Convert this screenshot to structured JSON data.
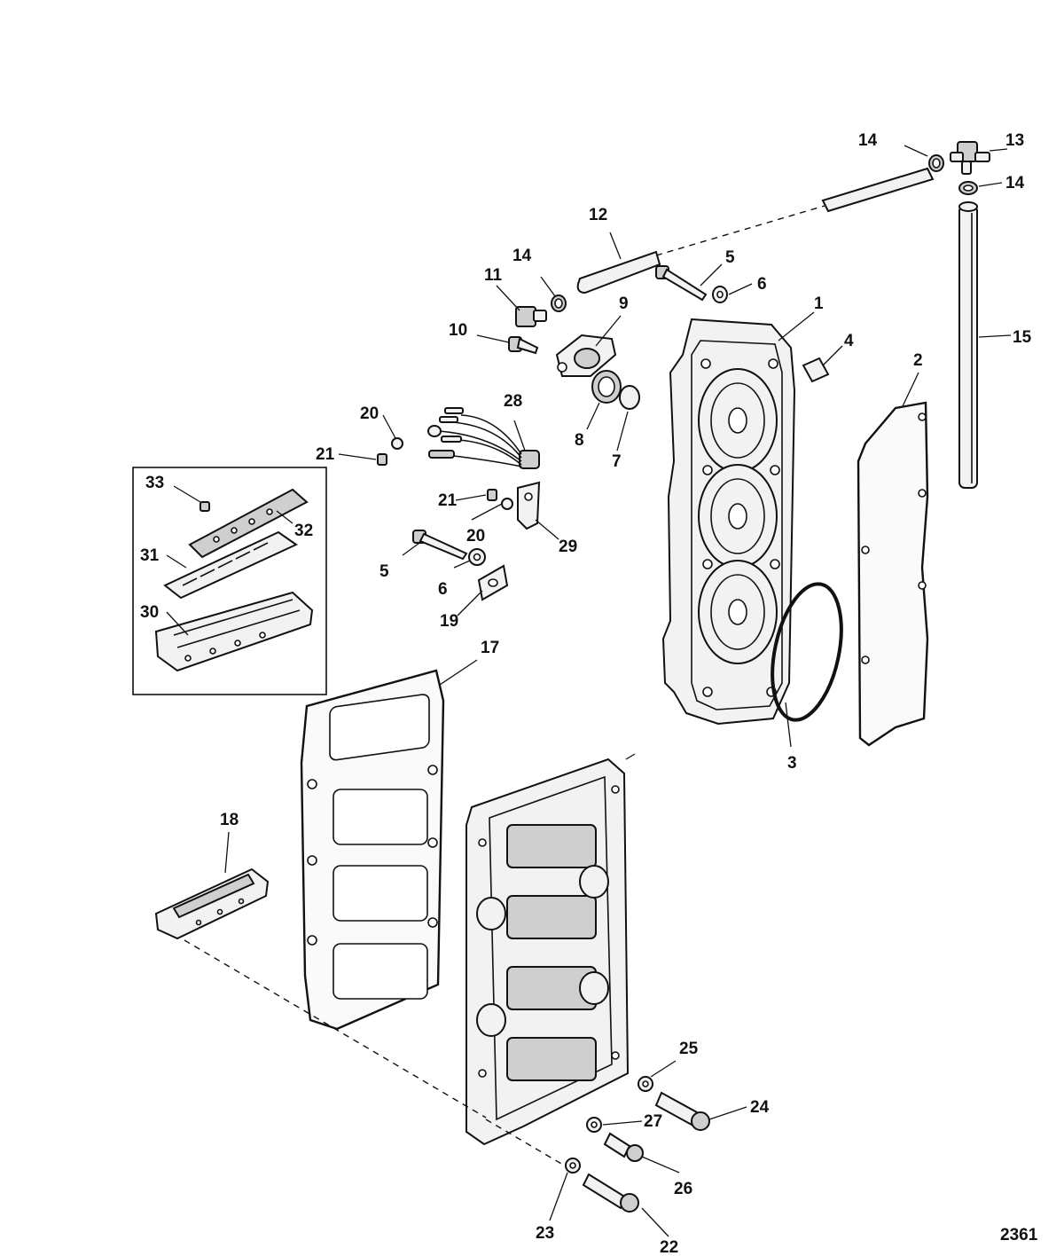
{
  "diagram": {
    "figure_number": "2361",
    "callouts": [
      {
        "key": "c1",
        "text": "1"
      },
      {
        "key": "c2",
        "text": "2"
      },
      {
        "key": "c3",
        "text": "3"
      },
      {
        "key": "c4",
        "text": "4"
      },
      {
        "key": "c5a",
        "text": "5"
      },
      {
        "key": "c5b",
        "text": "5"
      },
      {
        "key": "c6a",
        "text": "6"
      },
      {
        "key": "c6b",
        "text": "6"
      },
      {
        "key": "c7",
        "text": "7"
      },
      {
        "key": "c8",
        "text": "8"
      },
      {
        "key": "c9",
        "text": "9"
      },
      {
        "key": "c10",
        "text": "10"
      },
      {
        "key": "c11",
        "text": "11"
      },
      {
        "key": "c12",
        "text": "12"
      },
      {
        "key": "c13",
        "text": "13"
      },
      {
        "key": "c14a",
        "text": "14"
      },
      {
        "key": "c14b",
        "text": "14"
      },
      {
        "key": "c14c",
        "text": "14"
      },
      {
        "key": "c15",
        "text": "15"
      },
      {
        "key": "c17",
        "text": "17"
      },
      {
        "key": "c18",
        "text": "18"
      },
      {
        "key": "c19",
        "text": "19"
      },
      {
        "key": "c20a",
        "text": "20"
      },
      {
        "key": "c20b",
        "text": "20"
      },
      {
        "key": "c21a",
        "text": "21"
      },
      {
        "key": "c21b",
        "text": "21"
      },
      {
        "key": "c22",
        "text": "22"
      },
      {
        "key": "c23",
        "text": "23"
      },
      {
        "key": "c24",
        "text": "24"
      },
      {
        "key": "c25",
        "text": "25"
      },
      {
        "key": "c26",
        "text": "26"
      },
      {
        "key": "c27",
        "text": "27"
      },
      {
        "key": "c28",
        "text": "28"
      },
      {
        "key": "c29",
        "text": "29"
      },
      {
        "key": "c30",
        "text": "30"
      },
      {
        "key": "c31",
        "text": "31"
      },
      {
        "key": "c32",
        "text": "32"
      },
      {
        "key": "c33",
        "text": "33"
      }
    ]
  }
}
